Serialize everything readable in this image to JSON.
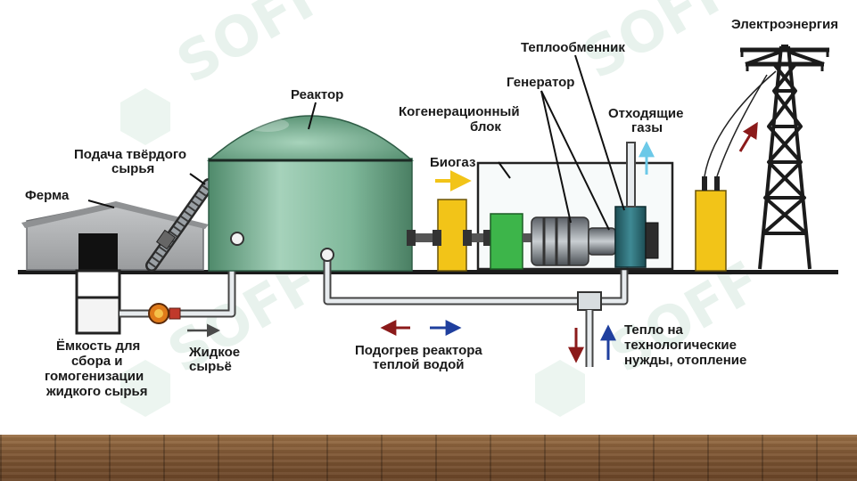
{
  "labels": {
    "farm": "Ферма",
    "solid_feed": [
      "Подача твёрдого",
      "сырья"
    ],
    "reactor": "Реактор",
    "cogeneration": [
      "Когенерационный",
      "блок"
    ],
    "biogas": "Биогаз",
    "generator": "Генератор",
    "heat_exchanger": "Теплообменник",
    "exhaust_gases": [
      "Отходящие",
      "газы"
    ],
    "electricity": "Электроэнергия",
    "tank": [
      "Ёмкость для",
      "сбора и",
      "гомогенизации",
      "жидкого сырья"
    ],
    "liquid_feed": [
      "Жидкое",
      "сырьё"
    ],
    "reactor_heating": [
      "Подогрев реактора",
      "теплой водой"
    ],
    "heat": [
      "Тепло на",
      "технологические",
      "нужды, отопление"
    ]
  },
  "watermark": "SOFF",
  "colors": {
    "reactor_green": "#7fb89a",
    "yellow": "#f2c418",
    "green_block": "#3db54a",
    "hot_arrow": "#8b1a1a",
    "cold_arrow": "#1f3f9e",
    "exhaust_arrow": "#6cc9e8",
    "biogas_arrow": "#f2c418",
    "pipe": "#d8dde0",
    "floor": "#7d5533"
  },
  "icons": [
    "reactor-dome",
    "farm-building",
    "tank",
    "pump",
    "feeder-auger",
    "engine",
    "generator",
    "heat-exchanger",
    "transformer",
    "power-tower"
  ]
}
